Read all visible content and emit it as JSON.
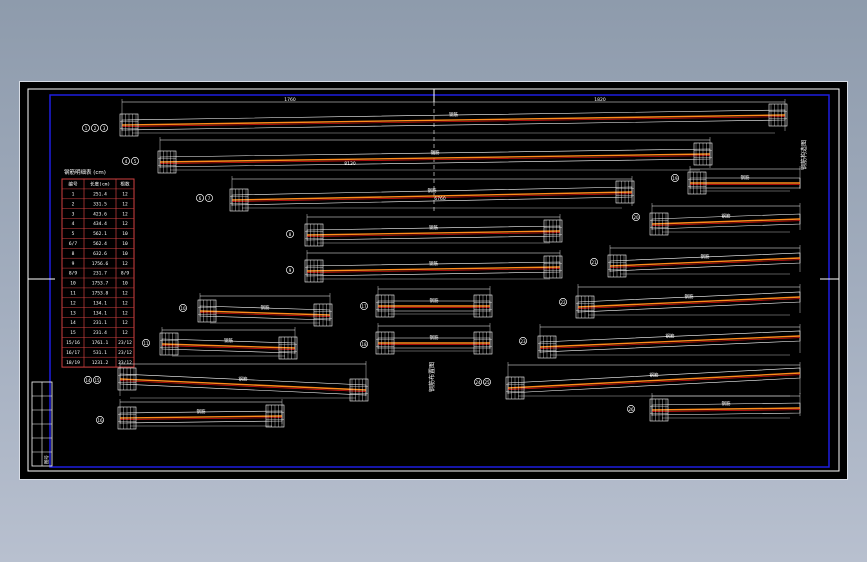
{
  "colors": {
    "background": "#000000",
    "frame_blue": "#1010d0",
    "frame_white": "#ffffff",
    "rebar_orange": "#ff8c1a",
    "rebar_red": "#e01010",
    "dim_text": "#ffffff",
    "table_border": "#d04040"
  },
  "bar_schedule": {
    "title": "钢筋明细表 (cm)",
    "headers": [
      "编号",
      "长度(cm)",
      "根数"
    ],
    "rows": [
      [
        "1",
        "251.4",
        "12"
      ],
      [
        "2",
        "331.5",
        "12"
      ],
      [
        "3",
        "423.6",
        "12"
      ],
      [
        "4",
        "434.4",
        "12"
      ],
      [
        "5",
        "562.1",
        "10"
      ],
      [
        "6/7",
        "562.4",
        "10"
      ],
      [
        "8",
        "632.6",
        "10"
      ],
      [
        "9",
        "1756.6",
        "12"
      ],
      [
        "8/9",
        "231.7",
        "8/9"
      ],
      [
        "10",
        "1753.7",
        "10"
      ],
      [
        "11",
        "1753.8",
        "12"
      ],
      [
        "12",
        "134.1",
        "12"
      ],
      [
        "13",
        "134.1",
        "12"
      ],
      [
        "14",
        "231.1",
        "12"
      ],
      [
        "15",
        "231.4",
        "12"
      ],
      [
        "15/16",
        "1761.1",
        "23/12"
      ],
      [
        "16/17",
        "531.1",
        "23/12"
      ],
      [
        "18/19",
        "1231.2",
        "23/12"
      ]
    ]
  },
  "vertical_notes": {
    "right": "钢筋构造图",
    "center": "钢筋布置图"
  },
  "title_block": {
    "cells": [
      "",
      "",
      "",
      "",
      "",
      "图号"
    ]
  },
  "markers": {
    "r1": [
      "1",
      "2",
      "3"
    ],
    "r2": [
      "4",
      "5"
    ],
    "r3": [
      "6",
      "7"
    ],
    "r4": [
      "8"
    ],
    "r5": [
      "9"
    ],
    "l1": [
      "10"
    ],
    "l2": [
      "11"
    ],
    "l3": [
      "12"
    ],
    "l4": [
      "13"
    ],
    "l5": [
      "14",
      "15"
    ],
    "l6": [
      "16"
    ],
    "m1": [
      "17"
    ],
    "m2": [
      "18"
    ],
    "rs1": [
      "19"
    ],
    "rs2": [
      "20"
    ],
    "rs3": [
      "21"
    ],
    "rs4": [
      "22"
    ],
    "rs5": [
      "23"
    ],
    "rs6": [
      "24",
      "25"
    ],
    "rs7": [
      "26"
    ]
  },
  "dim_labels": {
    "long_bar": [
      "1760",
      "1820",
      "8130",
      "6760"
    ],
    "note": "钢筋"
  }
}
